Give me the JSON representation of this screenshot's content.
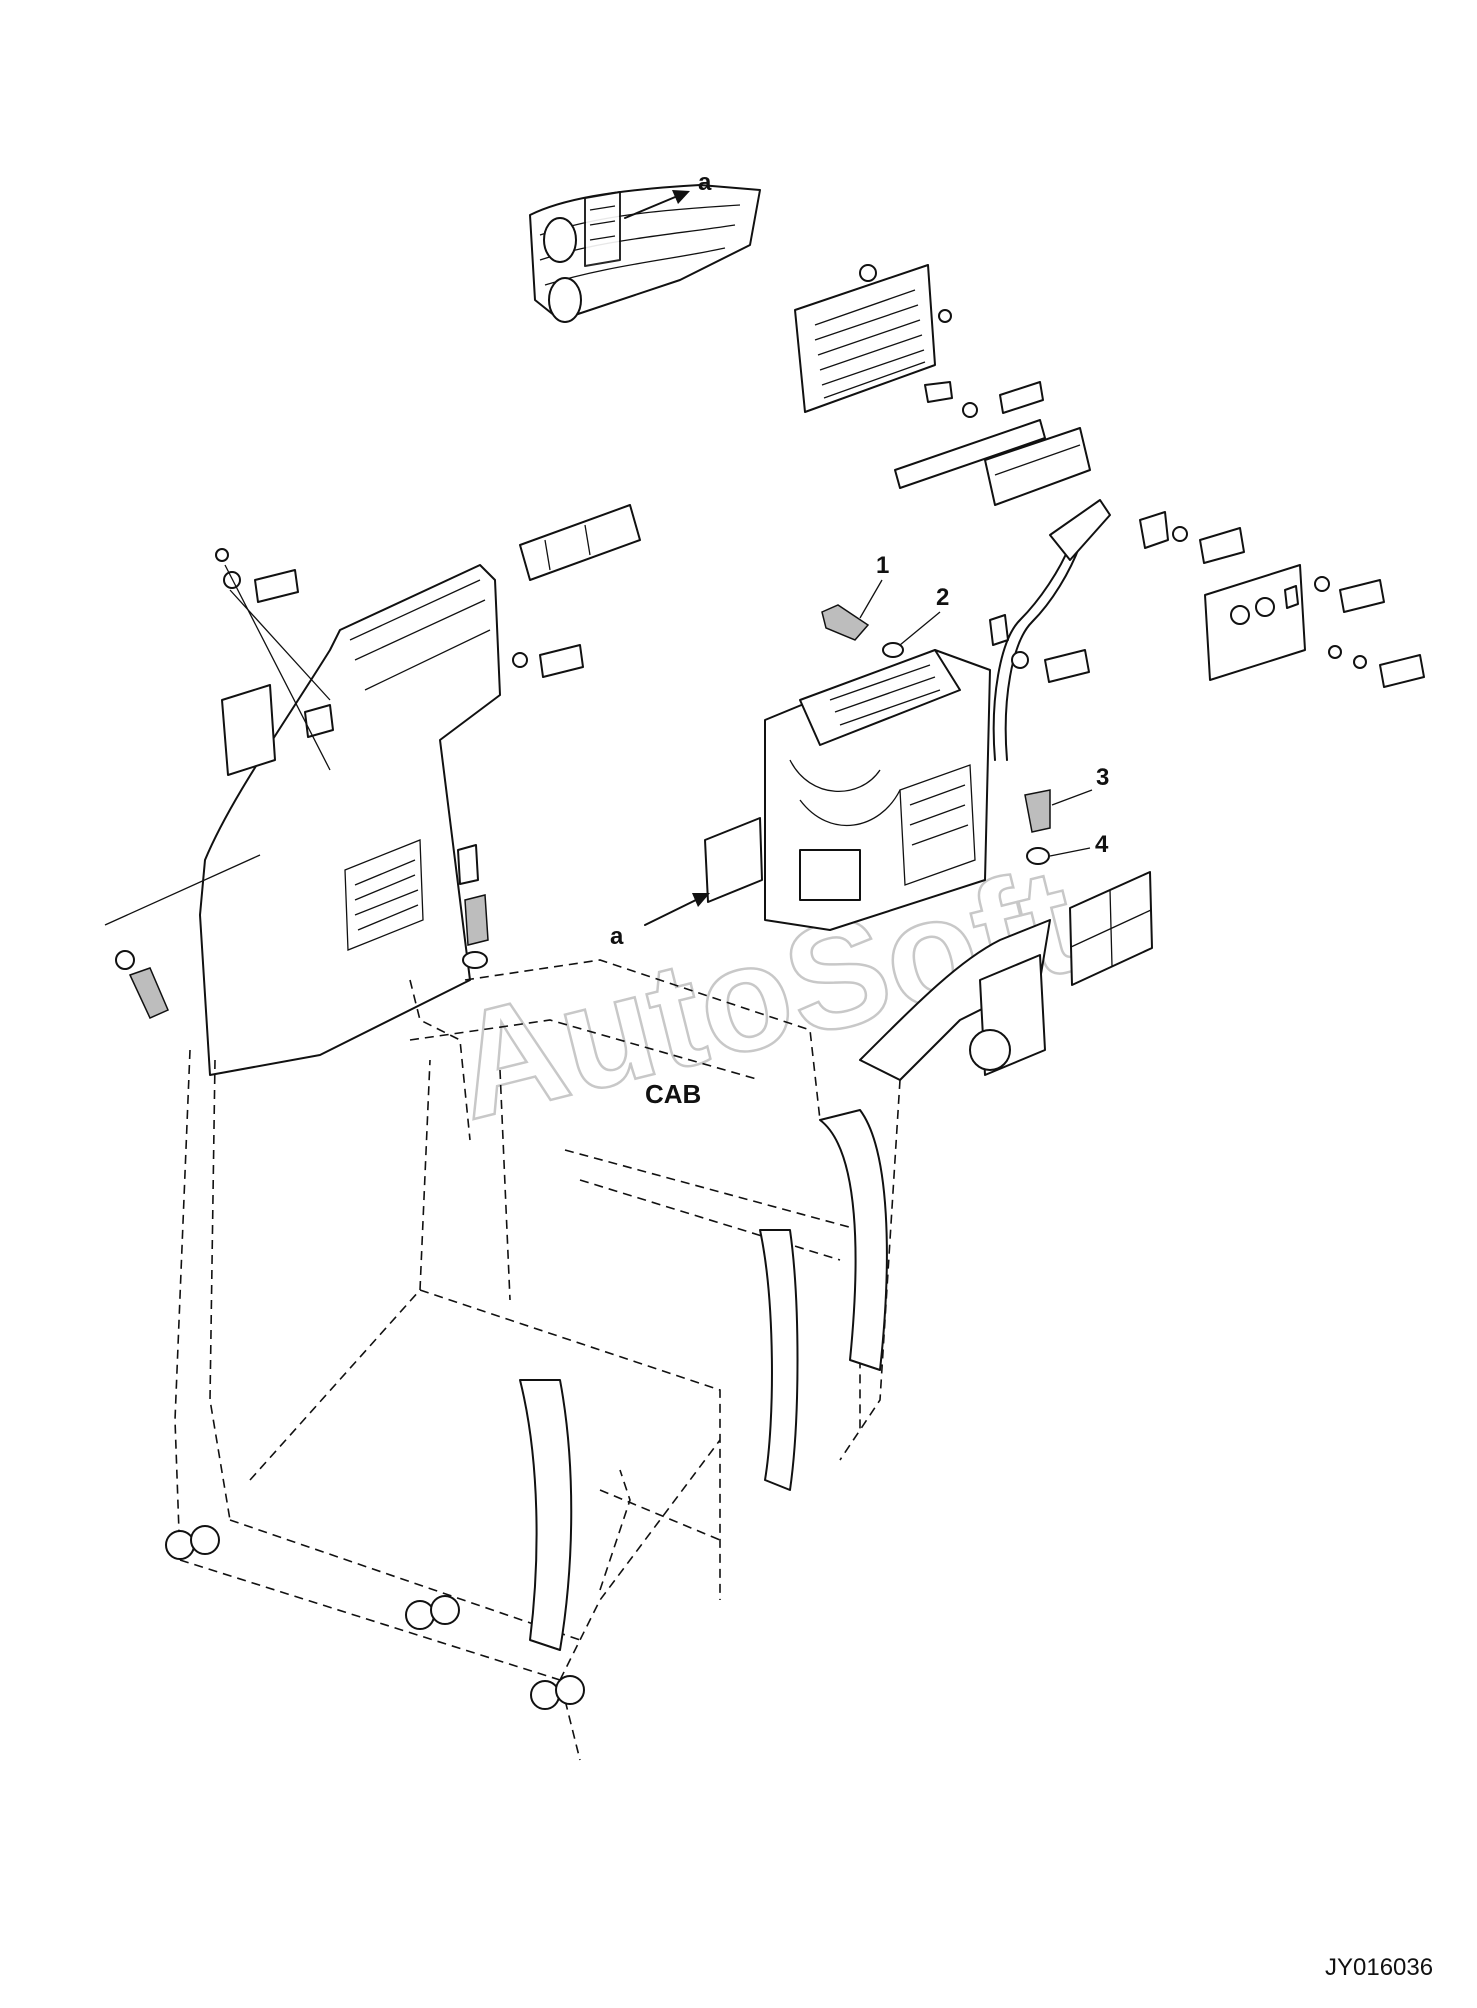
{
  "callouts": {
    "c1": "1",
    "c2": "2",
    "c3": "3",
    "c4": "4",
    "view_a_top": "a",
    "view_a_mid": "a"
  },
  "cab_label": "CAB",
  "drawing_code": "JY016036",
  "watermark": "AutoSoft",
  "colors": {
    "line": "#111111",
    "watermark": "#c8c8c8",
    "background": "#ffffff"
  }
}
